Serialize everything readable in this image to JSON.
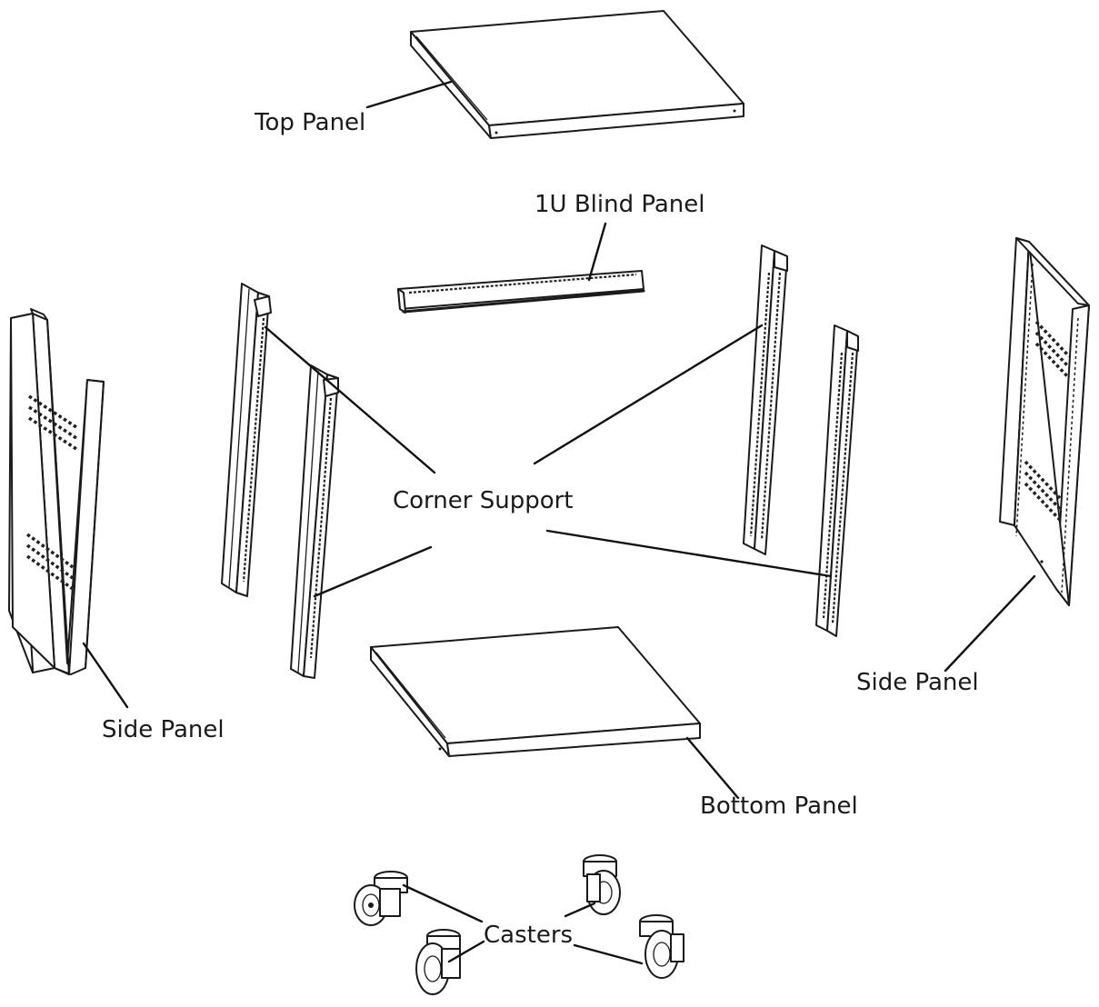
{
  "labels": {
    "top_panel": "Top Panel",
    "blind_panel": "1U Blind Panel",
    "corner_support": "Corner Support",
    "side_panel_left": "Side Panel",
    "side_panel_right": "Side Panel",
    "bottom_panel": "Bottom Panel",
    "casters": "Casters"
  },
  "colors": {
    "line": "#1a1a1a",
    "background": "#ffffff"
  }
}
